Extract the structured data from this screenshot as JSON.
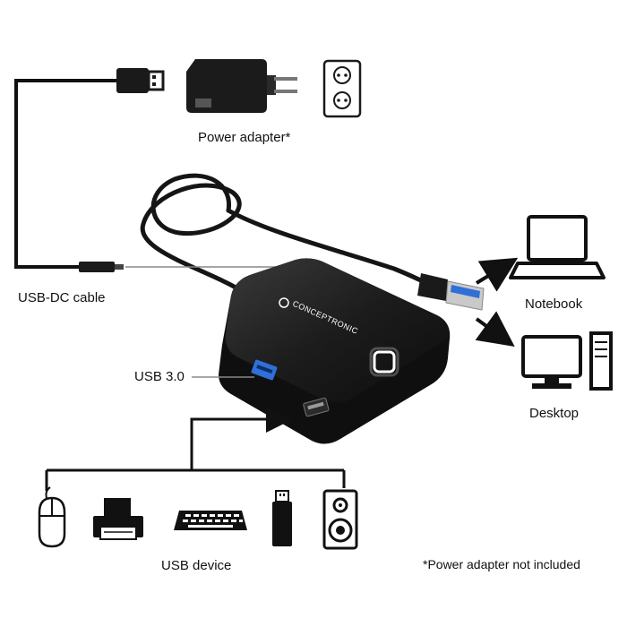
{
  "labels": {
    "power_adapter": "Power adapter*",
    "usb_dc_cable": "USB-DC cable",
    "usb_30": "USB 3.0",
    "notebook": "Notebook",
    "desktop": "Desktop",
    "usb_device": "USB device",
    "footnote": "*Power adapter not included"
  },
  "hub": {
    "brand": "CONCEPTRONIC"
  },
  "icons": [
    "usb-plug-icon",
    "power-adapter-icon",
    "wall-socket-icon",
    "dc-plug-icon",
    "usb-a-connector-icon",
    "notebook-icon",
    "desktop-icon",
    "mouse-icon",
    "printer-icon",
    "keyboard-icon",
    "usb-stick-icon",
    "speaker-icon"
  ],
  "colors": {
    "device": "#1a1a1a",
    "usb3_port": "#2f6fd6",
    "line": "#111111",
    "pointer_line": "#888888"
  }
}
